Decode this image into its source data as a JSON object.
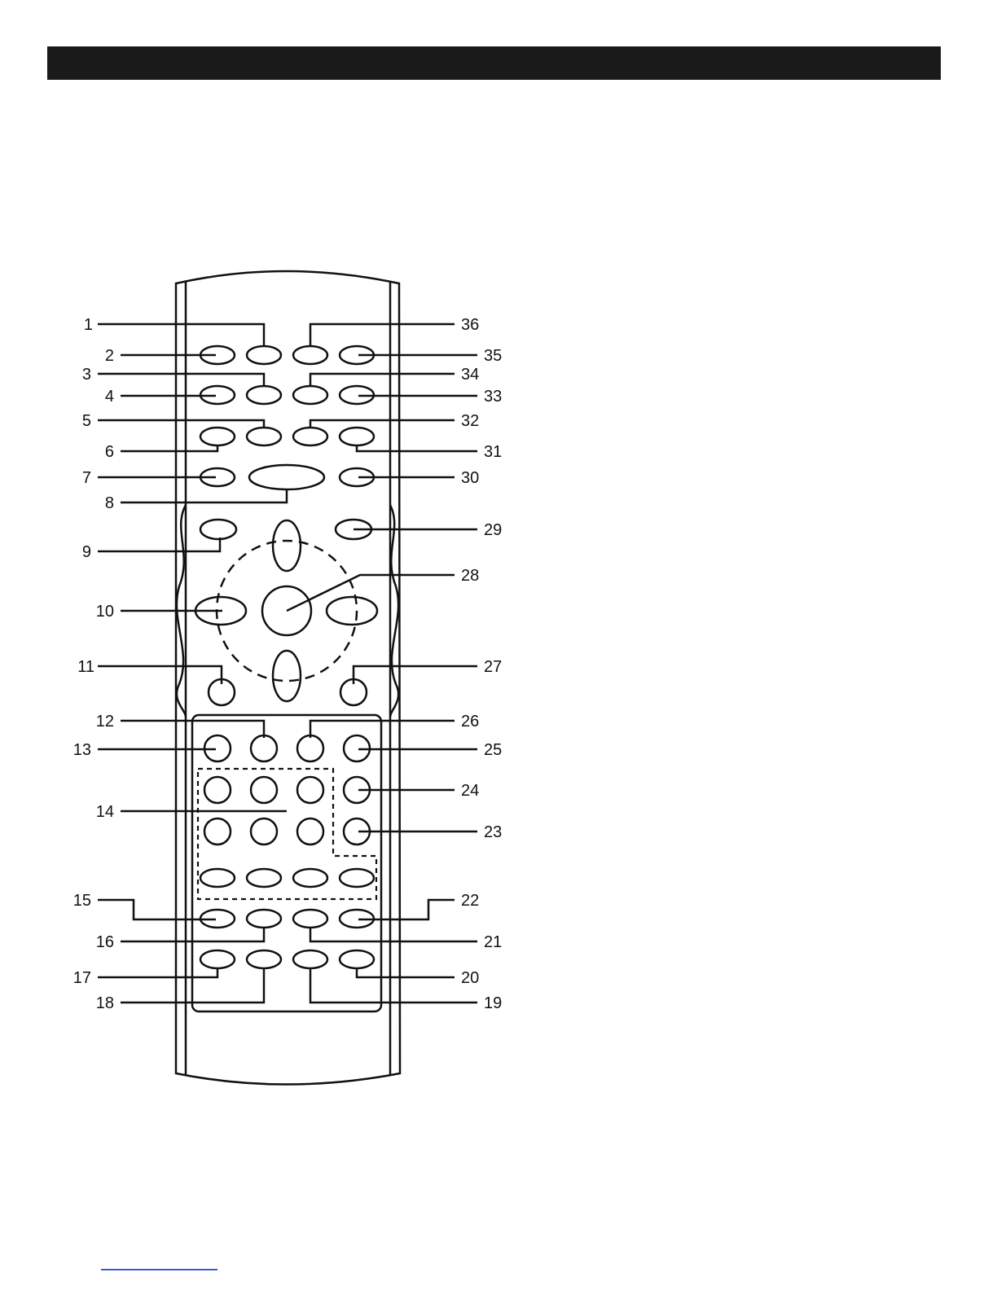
{
  "header": {
    "title": ""
  },
  "diagram": {
    "subject": "remote-control",
    "callouts": {
      "n1": "1",
      "n2": "2",
      "n3": "3",
      "n4": "4",
      "n5": "5",
      "n6": "6",
      "n7": "7",
      "n8": "8",
      "n9": "9",
      "n10": "10",
      "n11": "11",
      "n12": "12",
      "n13": "13",
      "n14": "14",
      "n15": "15",
      "n16": "16",
      "n17": "17",
      "n18": "18",
      "n19": "19",
      "n20": "20",
      "n21": "21",
      "n22": "22",
      "n23": "23",
      "n24": "24",
      "n25": "25",
      "n26": "26",
      "n27": "27",
      "n28": "28",
      "n29": "29",
      "n30": "30",
      "n31": "31",
      "n32": "32",
      "n33": "33",
      "n34": "34",
      "n35": "35",
      "n36": "36"
    }
  },
  "colors": {
    "ink": "#111111",
    "header_bar": "#1a1a1a",
    "footer_line": "#3a5bd0"
  }
}
